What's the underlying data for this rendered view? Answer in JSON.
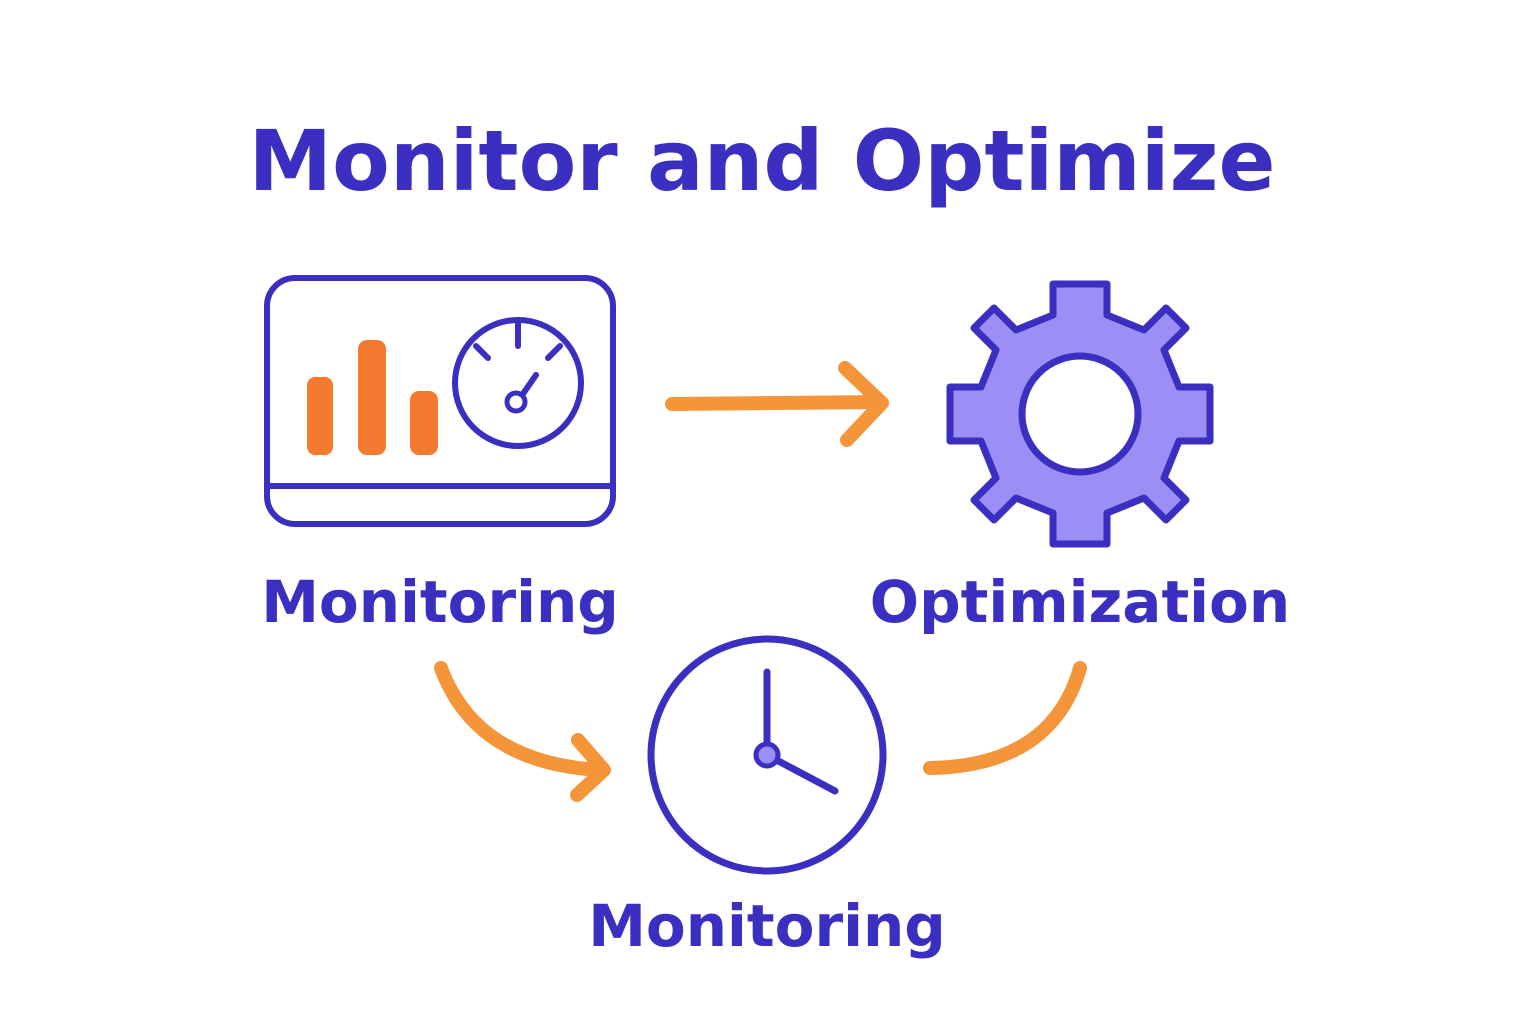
{
  "title": "Monitor and Optimize",
  "nodes": {
    "dashboard": {
      "label": "Monitoring",
      "icon": "dashboard-gauge-icon"
    },
    "gear": {
      "label": "Optimization",
      "icon": "gear-icon"
    },
    "clock": {
      "label": "Monitoring",
      "icon": "clock-icon"
    }
  },
  "colors": {
    "primary": "#3a2fc0",
    "accent": "#f5953a",
    "bars": "#f47a30",
    "gear_fill": "#9b8ef5",
    "background": "#ffffff"
  }
}
